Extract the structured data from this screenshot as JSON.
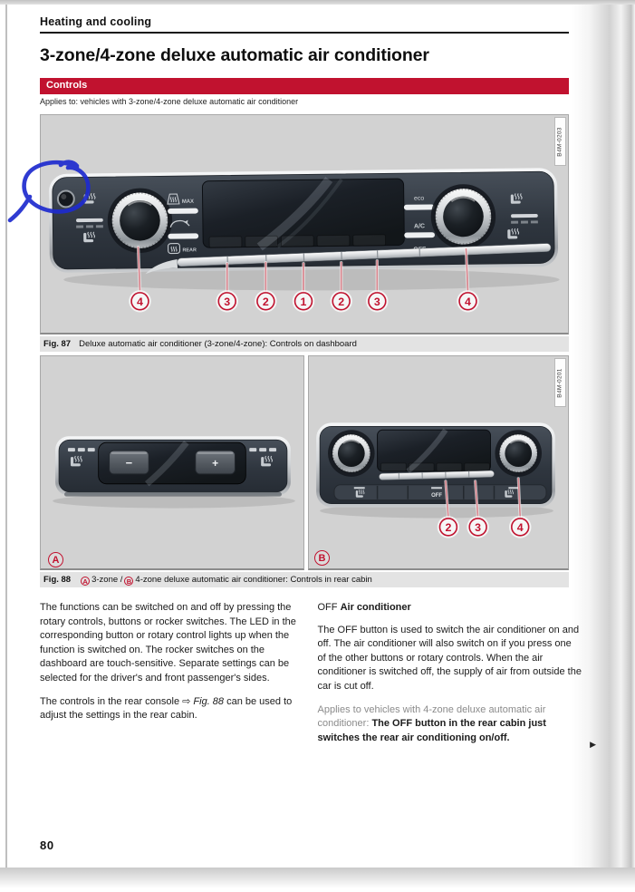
{
  "page": {
    "header": "Heating and cooling",
    "title": "3-zone/4-zone deluxe automatic air conditioner",
    "section": "Controls",
    "applies": "Applies to: vehicles with 3-zone/4-zone deluxe automatic air conditioner",
    "number": "80"
  },
  "fig87": {
    "label": "Fig. 87",
    "caption": "Deluxe automatic air conditioner (3-zone/4-zone): Controls on dashboard",
    "code": "B4M-0203",
    "callouts": [
      "4",
      "3",
      "2",
      "1",
      "2",
      "3",
      "4"
    ],
    "buttons": {
      "max": "MAX",
      "rear": "REAR",
      "eco": "eco",
      "ac": "A/C",
      "off": "OFF"
    }
  },
  "fig88": {
    "label": "Fig. 88",
    "code": "B4M-0201",
    "marker_a": "A",
    "marker_b": "B",
    "caption_a": "3-zone /",
    "caption_b": "4-zone deluxe automatic air conditioner: Controls in rear cabin",
    "panel_a": {
      "minus": "−",
      "plus": "+"
    },
    "panel_b": {
      "off": "OFF",
      "callouts": [
        "2",
        "3",
        "4"
      ]
    }
  },
  "body": {
    "left_p1": "The functions can be switched on and off by pressing the rotary controls, buttons or rocker switches. The LED in the corresponding button or rotary control lights up when the function is switched on. The rocker switches on the dashboard are touch-sensitive. Separate settings can be selected for the driver's and front passenger's sides.",
    "left_p2_pre": "The controls in the rear console ",
    "left_p2_ref": "⇨ Fig. 88",
    "left_p2_post": " can be used to adjust the settings in the rear cabin.",
    "right_h_prefix": "OFF",
    "right_h_bold": "Air conditioner",
    "right_p1": "The OFF button is used to switch the air conditioner on and off. The air conditioner will also switch on if you press one of the other buttons or rotary controls. When the air conditioner is switched off, the supply of air from outside the car is cut off.",
    "right_p2_gray": "Applies to vehicles with 4-zone deluxe automatic air conditioner: ",
    "right_p2_bold": "The OFF button in the rear cabin just switches the rear air conditioning on/off.",
    "more_marker": "▶"
  },
  "colors": {
    "accent_red": "#c1122f",
    "figure_bg": "#d2d2d2",
    "annotation_blue": "#1e2bcf"
  }
}
